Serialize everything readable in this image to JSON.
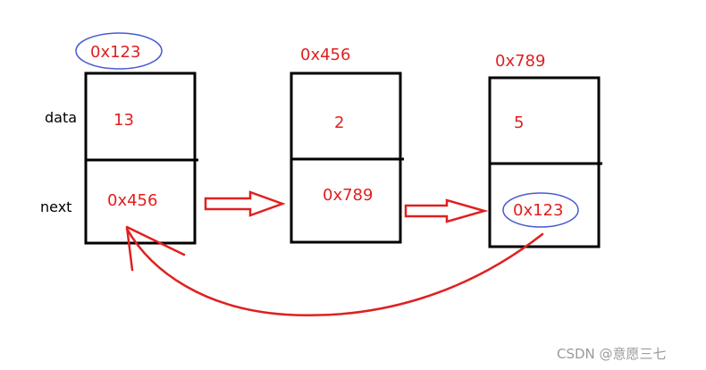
{
  "row_labels": {
    "data": "data",
    "next": "next"
  },
  "nodes": [
    {
      "address": "0x123",
      "data": "13",
      "next": "0x456"
    },
    {
      "address": "0x456",
      "data": "2",
      "next": "0x789"
    },
    {
      "address": "0x789",
      "data": "5",
      "next": "0x123"
    }
  ],
  "watermark": "CSDN @意愿三七",
  "colors": {
    "annotation_red": "#e02020",
    "circle_blue": "#4a5ad0",
    "box_black": "#000000",
    "watermark_gray": "#9a9a9a"
  }
}
